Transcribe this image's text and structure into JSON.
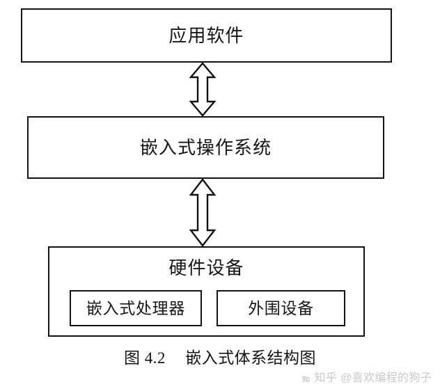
{
  "figure": {
    "caption_number": "图 4.2",
    "caption_title": "嵌入式体系结构图"
  },
  "diagram": {
    "type": "layered-block-diagram",
    "layers": [
      {
        "id": "application",
        "label": "应用软件"
      },
      {
        "id": "os",
        "label": "嵌入式操作系统"
      },
      {
        "id": "hardware",
        "label": "硬件设备",
        "children": [
          {
            "id": "processor",
            "label": "嵌入式处理器"
          },
          {
            "id": "peripheral",
            "label": "外围设备"
          }
        ]
      }
    ],
    "connectors": [
      {
        "id": "app-os",
        "from": "application",
        "to": "os",
        "style": "double-headed-hollow-arrow"
      },
      {
        "id": "os-hw",
        "from": "os",
        "to": "hardware",
        "style": "double-headed-hollow-arrow"
      }
    ],
    "colors": {
      "background": "#ffffff",
      "stroke": "#111111",
      "text": "#15161a",
      "watermark": "#c9c9c9"
    }
  },
  "watermark": {
    "site": "知乎",
    "handle": "@喜欢编程的狗子"
  }
}
